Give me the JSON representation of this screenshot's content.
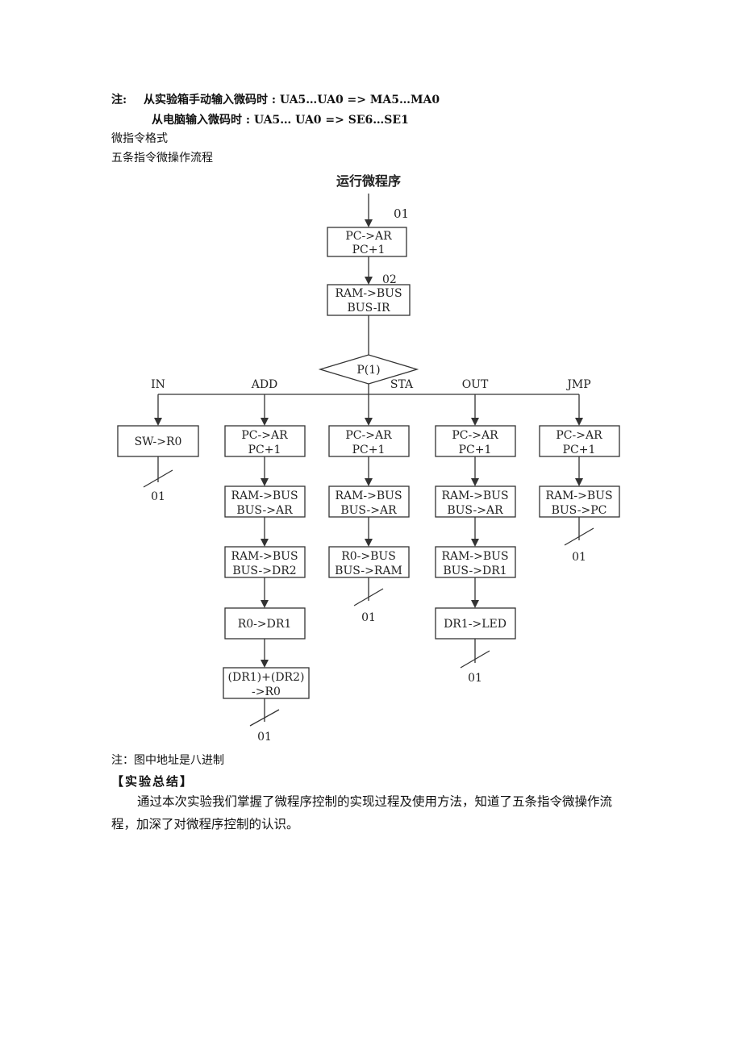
{
  "notes": {
    "label": "注:",
    "line1": "从实验箱手动输入微码时 : UA5…UA0 => MA5…MA0",
    "line2": "从电脑输入微码时 : UA5…  UA0 => SE6…SE1"
  },
  "lines": {
    "format": "微指令格式",
    "flow_title": "五条指令微操作流程"
  },
  "flowchart": {
    "start": "运行微程序",
    "addr_01": "01",
    "addr_02": "02",
    "box1": [
      "PC->AR",
      "PC+1"
    ],
    "box2": [
      "RAM->BUS",
      "BUS-IR"
    ],
    "decision": "P(1)",
    "branches": [
      "IN",
      "ADD",
      "STA",
      "OUT",
      "JMP"
    ],
    "in_box": "SW->R0",
    "add_boxes": [
      [
        "PC->AR",
        "PC+1"
      ],
      [
        "RAM->BUS",
        "BUS->AR"
      ],
      [
        "RAM->BUS",
        "BUS->DR2"
      ],
      [
        "R0->DR1"
      ],
      [
        "(DR1)+(DR2)",
        "->R0"
      ]
    ],
    "sta_boxes": [
      [
        "PC->AR",
        "PC+1"
      ],
      [
        "RAM->BUS",
        "BUS->AR"
      ],
      [
        "R0->BUS",
        "BUS->RAM"
      ]
    ],
    "out_boxes": [
      [
        "PC->AR",
        "PC+1"
      ],
      [
        "RAM->BUS",
        "BUS->AR"
      ],
      [
        "RAM->BUS",
        "BUS->DR1"
      ],
      [
        "DR1->LED"
      ]
    ],
    "jmp_boxes": [
      [
        "PC->AR",
        "PC+1"
      ],
      [
        "RAM->BUS",
        "BUS->PC"
      ]
    ],
    "end_label": "01"
  },
  "footer": {
    "note": "注：图中地址是八进制",
    "heading": "【实验总结】",
    "paragraph": "通过本次实验我们掌握了微程序控制的实现过程及使用方法，知道了五条指令微操作流程，加深了对微程序控制的认识。"
  }
}
